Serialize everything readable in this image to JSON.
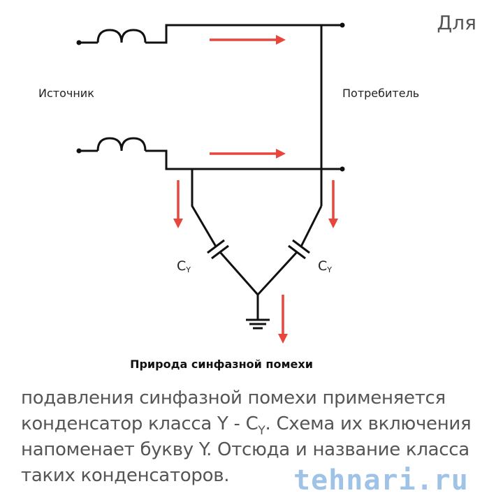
{
  "lead_word": "Для",
  "diagram": {
    "source_label": "Источник",
    "consumer_label": "Потребитель",
    "capacitor_label": "C",
    "capacitor_sub": "Y",
    "caption": "Природа синфазной помехи",
    "arrow_color": "#e8453c"
  },
  "paragraph": {
    "line1": "подавления синфазной помехи применяется",
    "line2_a": "конденсатор класса Y - C",
    "line2_sub": "Y",
    "line2_b": ". Схема их включения",
    "line3": "напоменает букву Y. Отсюда и название класса",
    "line4": "таких конденсаторов."
  },
  "watermark": "tehnari.ru"
}
